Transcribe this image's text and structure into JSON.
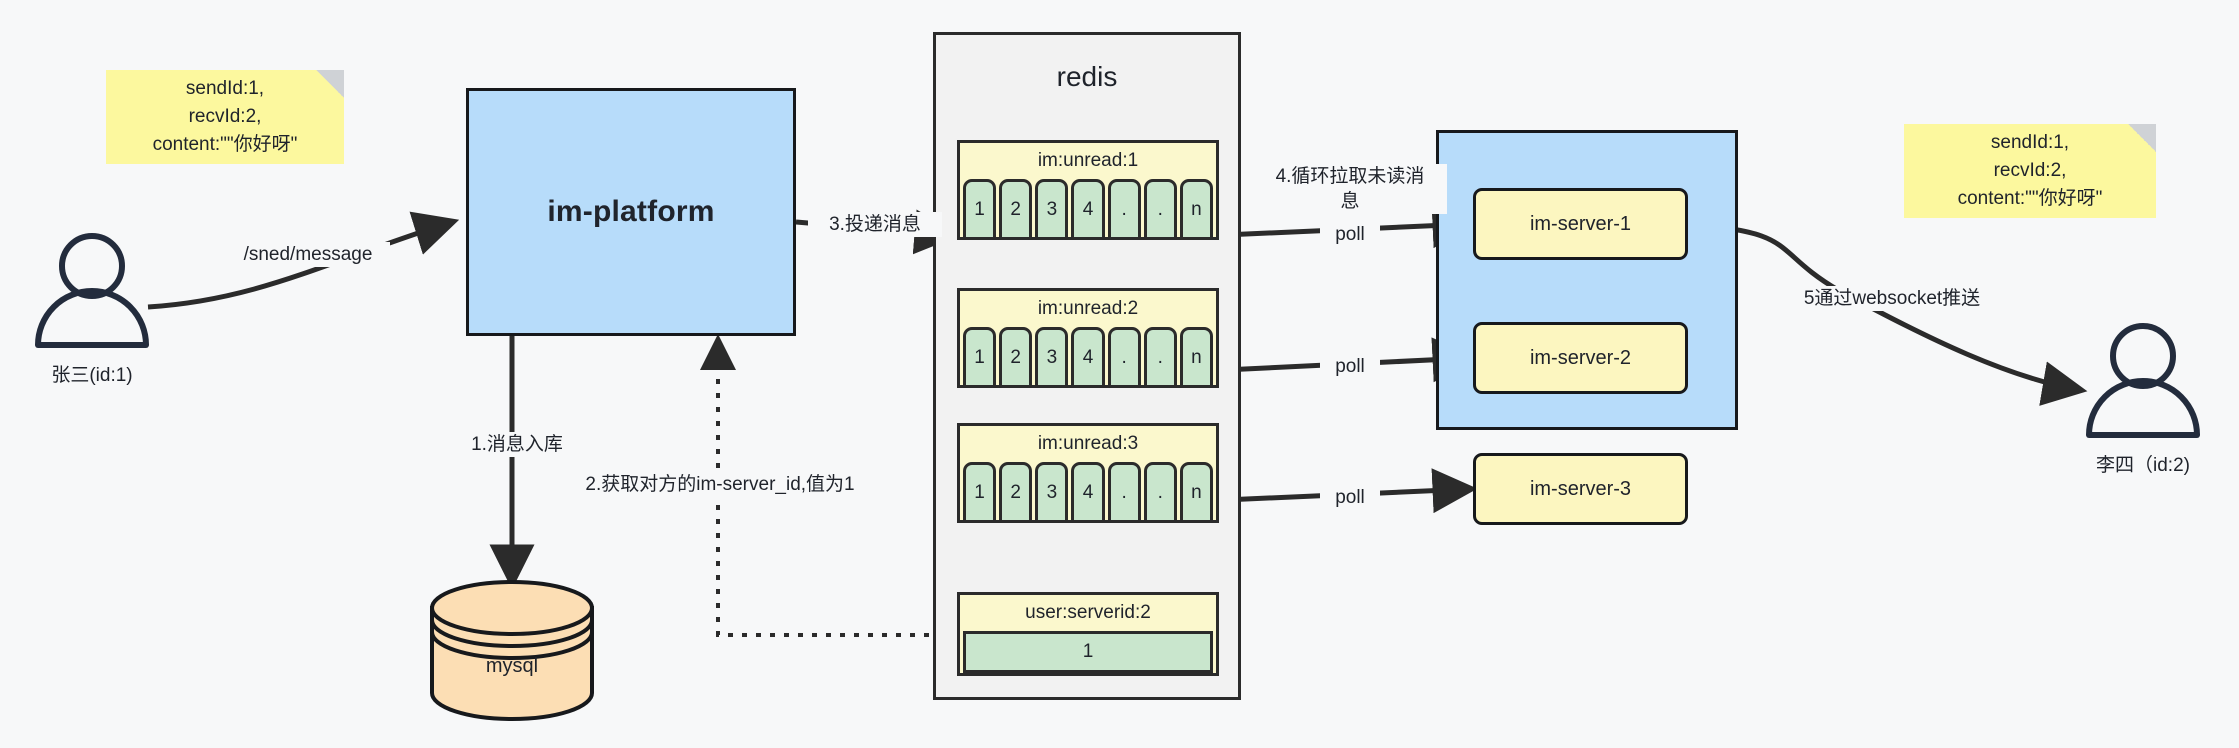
{
  "diagram": {
    "title": "IM message delivery architecture",
    "colors": {
      "background": "#f7f8f9",
      "note_fill": "#fcf89e",
      "blue_fill": "#b7dcfa",
      "gray_fill": "#f2f2f2",
      "key_fill": "#fbf8cd",
      "cell_fill": "#c9e6cd",
      "chip_fill": "#fcf6c0",
      "db_fill": "#fcdeb4",
      "stroke": "#17191c"
    }
  },
  "notes": {
    "left": "sendId:1,\nrecvId:2,\ncontent:\"\"你好呀\"",
    "right": "sendId:1,\nrecvId:2,\ncontent:\"\"你好呀\""
  },
  "actors": {
    "sender": {
      "caption": "张三(id:1)"
    },
    "receiver": {
      "caption": "李四（id:2)"
    }
  },
  "platform": {
    "label": "im-platform"
  },
  "database": {
    "label": "mysql"
  },
  "redis": {
    "title": "redis",
    "keys": [
      {
        "name": "im:unread:1",
        "cells": [
          "1",
          "2",
          "3",
          "4",
          ".",
          ".",
          "n"
        ]
      },
      {
        "name": "im:unread:2",
        "cells": [
          "1",
          "2",
          "3",
          "4",
          ".",
          ".",
          "n"
        ]
      },
      {
        "name": "im:unread:3",
        "cells": [
          "1",
          "2",
          "3",
          "4",
          ".",
          ".",
          "n"
        ]
      }
    ],
    "serverid_key": {
      "name": "user:serverid:2",
      "value": "1"
    }
  },
  "servers": {
    "items": [
      {
        "label": "im-server-1"
      },
      {
        "label": "im-server-2"
      },
      {
        "label": "im-server-3"
      }
    ]
  },
  "edges": {
    "send_message": "/sned/message",
    "step1": "1.消息入库",
    "step2": "2.获取对方的im-server_id,值为1",
    "step3": "3.投递消息",
    "step4": "4.循环拉取未读消\n息",
    "poll1": "poll",
    "poll2": "poll",
    "poll3": "poll",
    "step5": "5通过websocket推送"
  }
}
